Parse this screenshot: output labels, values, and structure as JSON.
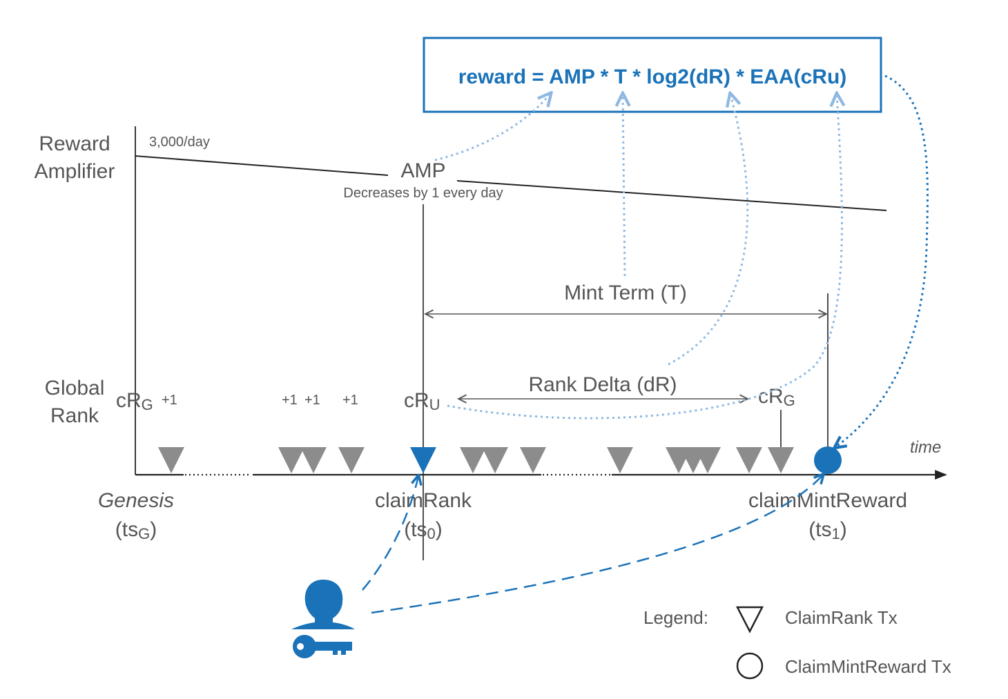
{
  "formula": "reward = AMP * T * log2(dR) * EAA(cRu)",
  "reward_amplifier": {
    "label_line1": "Reward",
    "label_line2": "Amplifier",
    "rate": "3,000/day",
    "amp": "AMP",
    "note": "Decreases by 1 every day"
  },
  "global_rank": {
    "label_line1": "Global",
    "label_line2": "Rank",
    "crg_start_base": "cR",
    "crg_start_sub": "G",
    "increments": [
      "+1",
      "+1",
      "+1",
      "+1"
    ],
    "cru_base": "cR",
    "cru_sub": "U",
    "crg_end_base": "cR",
    "crg_end_sub": "G"
  },
  "mint_term": "Mint Term (T)",
  "rank_delta": "Rank Delta (dR)",
  "axis": {
    "time": "time",
    "genesis": "Genesis",
    "genesis_ts_open": "(ts",
    "genesis_ts_sub": "G",
    "genesis_ts_close": ")",
    "claim_rank": "claimRank",
    "claim_rank_ts_open": "(ts",
    "claim_rank_ts_sub": "0",
    "claim_rank_ts_close": ")",
    "claim_mint": "claimMintReward",
    "claim_mint_ts_open": "(ts",
    "claim_mint_ts_sub": "1",
    "claim_mint_ts_close": ")"
  },
  "legend": {
    "title": "Legend:",
    "claim_rank_tx": "ClaimRank Tx",
    "claim_mint_reward_tx": "ClaimMintReward Tx"
  },
  "colors": {
    "accent": "#1a72b8",
    "light_blue": "#8fb9e2",
    "marker_gray": "#8c8c8c",
    "line": "#222222"
  },
  "icons": [
    "user-icon",
    "key-icon"
  ]
}
